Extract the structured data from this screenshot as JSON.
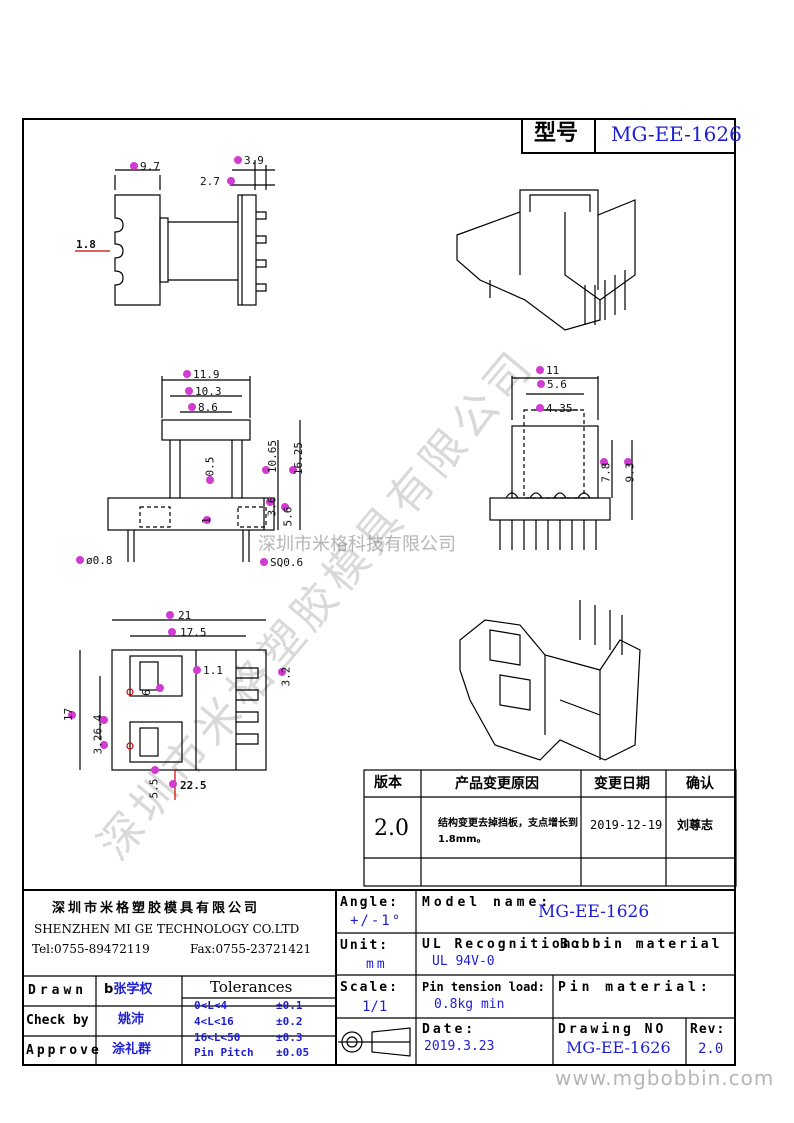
{
  "title_block": {
    "model_label": "型号",
    "model_value": "MG-EE-1626"
  },
  "dimensions": {
    "side_view": [
      "9.7",
      "3.9",
      "2.7",
      "1.8"
    ],
    "front_view": [
      "11.9",
      "10.3",
      "8.6",
      "0.5",
      "10.65",
      "16.25",
      "3.6",
      "5.6",
      "1",
      "0.8",
      "SQ0.6"
    ],
    "end_view": [
      "11",
      "5.6",
      "4.35",
      "7.8",
      "9.3"
    ],
    "bottom_view": [
      "21",
      "17.5",
      "1.1",
      "3.2",
      "6.4",
      "17",
      "3.2",
      "6",
      "22.5",
      "5.5"
    ]
  },
  "revision_table": {
    "headers": [
      "版本",
      "产品变更原因",
      "变更日期",
      "确认"
    ],
    "rows": [
      {
        "version": "2.0",
        "reason_line1": "结构变更去掉挡板，支点增长到",
        "reason_line2": "1.8mm。",
        "date": "2019-12-19",
        "confirm": "刘尊志"
      }
    ]
  },
  "company": {
    "name_cn": "深圳市米格塑胶模具有限公司",
    "name_en": "SHENZHEN  MI GE TECHNOLOGY  CO.LTD",
    "tel": "Tel:0755-89472119",
    "fax": "Fax:0755-23721421"
  },
  "people": [
    {
      "label": "Drawn",
      "name_prefix": "b",
      "name": "张学权"
    },
    {
      "label": "Check by",
      "name_prefix": "",
      "name": "姚沛"
    },
    {
      "label": "Approve",
      "name_prefix": "",
      "name": "涂礼群"
    }
  ],
  "tolerances": {
    "title": "Tolerances",
    "rows": [
      {
        "range": "0<L<4",
        "value": "±0.1"
      },
      {
        "range": "4<L<16",
        "value": "±0.2"
      },
      {
        "range": "16<L<50",
        "value": "±0.3"
      },
      {
        "range": "Pin Pitch",
        "value": "±0.05"
      }
    ]
  },
  "angle": {
    "label": "Angle:",
    "value": "+/-1°"
  },
  "unit": {
    "label": "Unit:",
    "value": "mm"
  },
  "scale": {
    "label": "Scale:",
    "value": "1/1"
  },
  "model_name": {
    "label": "Model name:",
    "value": "MG-EE-1626"
  },
  "ul": {
    "label": "UL Recognition:",
    "value": "UL 94V-0"
  },
  "bobbin_material": {
    "label": "Bobbin material"
  },
  "pin_tension": {
    "label": "Pin tension load:",
    "value": "0.8kg min"
  },
  "pin_material": {
    "label": "Pin material:"
  },
  "date": {
    "label": "Date:",
    "value": "2019.3.23"
  },
  "drawing_no": {
    "label": "Drawing NO",
    "value": "MG-EE-1626"
  },
  "rev": {
    "label": "Rev:",
    "value": "2.0"
  },
  "watermarks": {
    "diagonal": "深圳市米格塑胶模具有限公司",
    "center": "深圳市米格科技有限公司",
    "url": "www.mgbobbin.com"
  }
}
